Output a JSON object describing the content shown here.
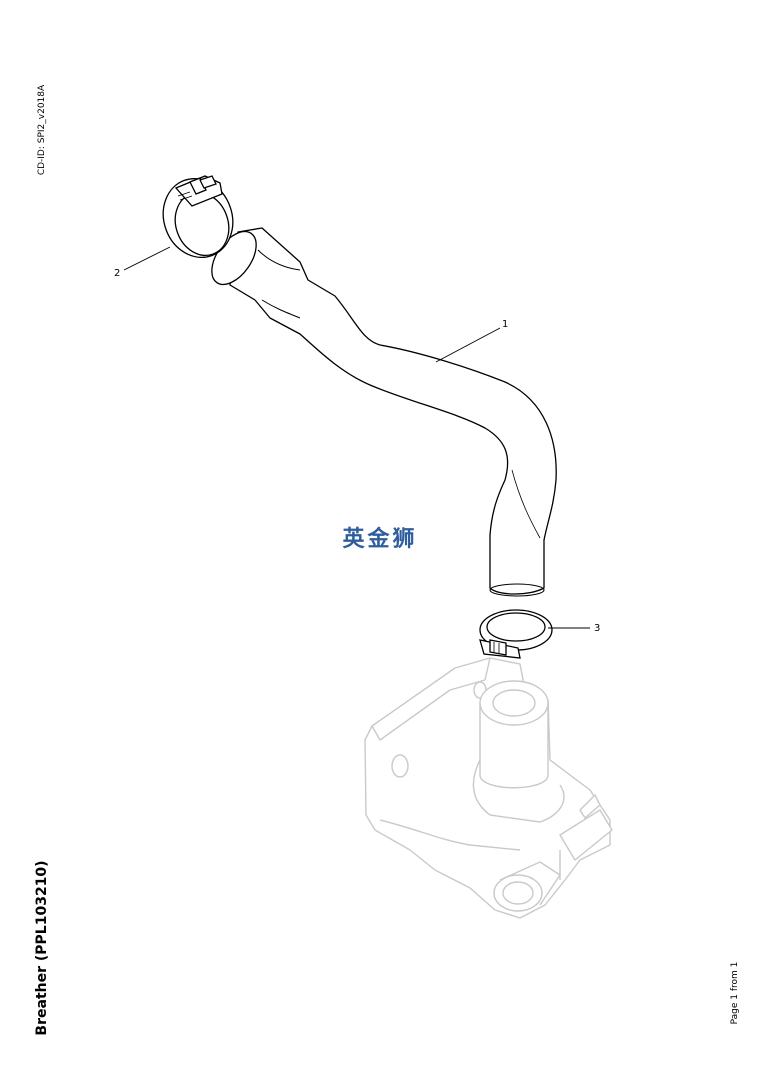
{
  "doc": {
    "cd_id": "CD-ID: SPI2_v2018A",
    "title": "Breather (PPL103210)",
    "page_label": "Page 1 from 1"
  },
  "watermark": {
    "text": "英金狮",
    "color": "#2e5f9c"
  },
  "callouts": [
    "1",
    "2",
    "3"
  ]
}
